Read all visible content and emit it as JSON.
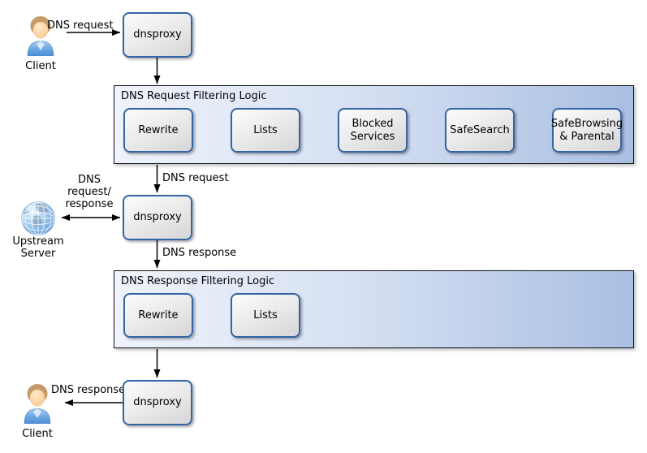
{
  "nodes": {
    "client_top": "Client",
    "client_bottom": "Client",
    "upstream": "Upstream Server",
    "proxy1": "dnsproxy",
    "proxy2": "dnsproxy",
    "proxy3": "dnsproxy"
  },
  "containers": [
    {
      "title": "DNS Request Filtering Logic",
      "steps": [
        "Rewrite",
        "Lists",
        "Blocked Services",
        "SafeSearch",
        "SafeBrowsing & Parental"
      ]
    },
    {
      "title": "DNS Response Filtering Logic",
      "steps": [
        "Rewrite",
        "Lists"
      ]
    }
  ],
  "edge_labels": {
    "request_top": "DNS request",
    "request_mid": "DNS request",
    "upstream_bidir": "DNS\nrequest/\nresponse",
    "response_mid": "DNS response",
    "response_bottom": "DNS response"
  },
  "icons": {
    "client_top": "person-icon",
    "client_bottom": "person-icon",
    "upstream": "globe-icon"
  },
  "colors": {
    "canvas_bg": "#ffffff",
    "container_border": "#141414",
    "container_fill_left": "#eff3fb",
    "container_fill_right": "#a9bfe2",
    "node_border": "#3465a4",
    "node_fill_light": "#fcfcfc",
    "node_fill_dark": "#d6d6d6",
    "arrow": "#000000",
    "globe_blue": "#5b9bd8",
    "shirt_blue": "#5e9fdd",
    "hair_tan": "#c49a66"
  }
}
